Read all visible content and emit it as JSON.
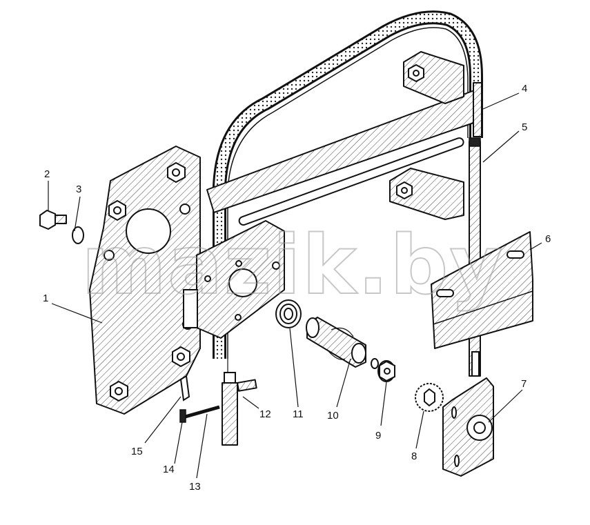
{
  "watermark": "mazik.by",
  "callouts": [
    {
      "id": "1",
      "text": "1"
    },
    {
      "id": "2",
      "text": "2"
    },
    {
      "id": "3",
      "text": "3"
    },
    {
      "id": "4",
      "text": "4"
    },
    {
      "id": "5",
      "text": "5"
    },
    {
      "id": "6",
      "text": "6"
    },
    {
      "id": "7",
      "text": "7"
    },
    {
      "id": "8",
      "text": "8"
    },
    {
      "id": "9",
      "text": "9"
    },
    {
      "id": "10",
      "text": "10"
    },
    {
      "id": "11",
      "text": "11"
    },
    {
      "id": "12",
      "text": "12"
    },
    {
      "id": "13",
      "text": "13"
    },
    {
      "id": "14",
      "text": "14"
    },
    {
      "id": "15",
      "text": "15"
    }
  ],
  "colors": {
    "line": "#111111",
    "hatch": "#444444",
    "watermark": "#9a9a9a"
  }
}
